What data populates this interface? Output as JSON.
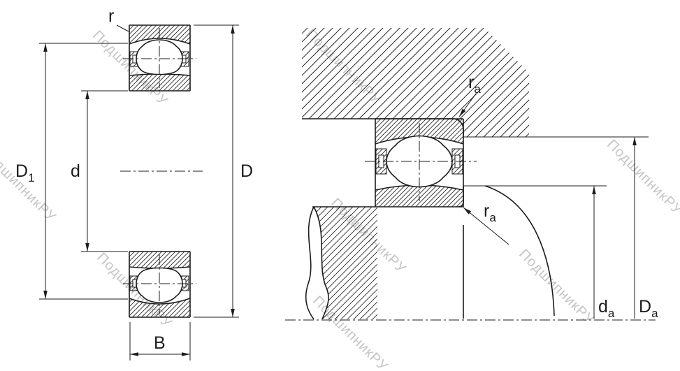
{
  "watermark": {
    "text": "ПодшипникРУ"
  },
  "colors": {
    "line": "#1c1c1c",
    "watermark": "#bcbcbc",
    "background": "#ffffff"
  },
  "left_view": {
    "labels": {
      "r": "r",
      "D1_main": "D",
      "D1_sub": "1",
      "d": "d",
      "D": "D",
      "B": "B"
    }
  },
  "right_view": {
    "labels": {
      "ra_main": "r",
      "ra_sub": "a",
      "da_main": "d",
      "da_sub": "a",
      "Da_main": "D",
      "Da_sub": "a"
    }
  }
}
